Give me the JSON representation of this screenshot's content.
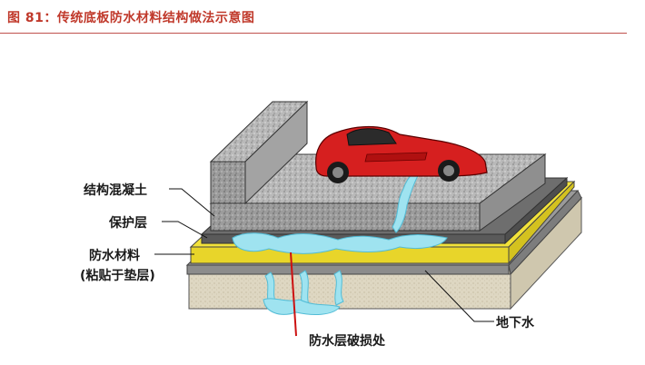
{
  "figure": {
    "title": "图 81：传统底板防水材料结构做法示意图"
  },
  "labels": {
    "structural_concrete": "结构混凝土",
    "protective_layer": "保护层",
    "waterproof_material": "防水材料",
    "waterproof_material_note": "(粘贴于垫层)",
    "groundwater": "地下水",
    "breach": "防水层破损处"
  },
  "colors": {
    "title": "#c0392b",
    "header_rule": "#c0504d",
    "car": "#d61f1f",
    "water": "#9fe3f0",
    "membrane": "#f2e23a",
    "breach_line": "#cc1111"
  }
}
